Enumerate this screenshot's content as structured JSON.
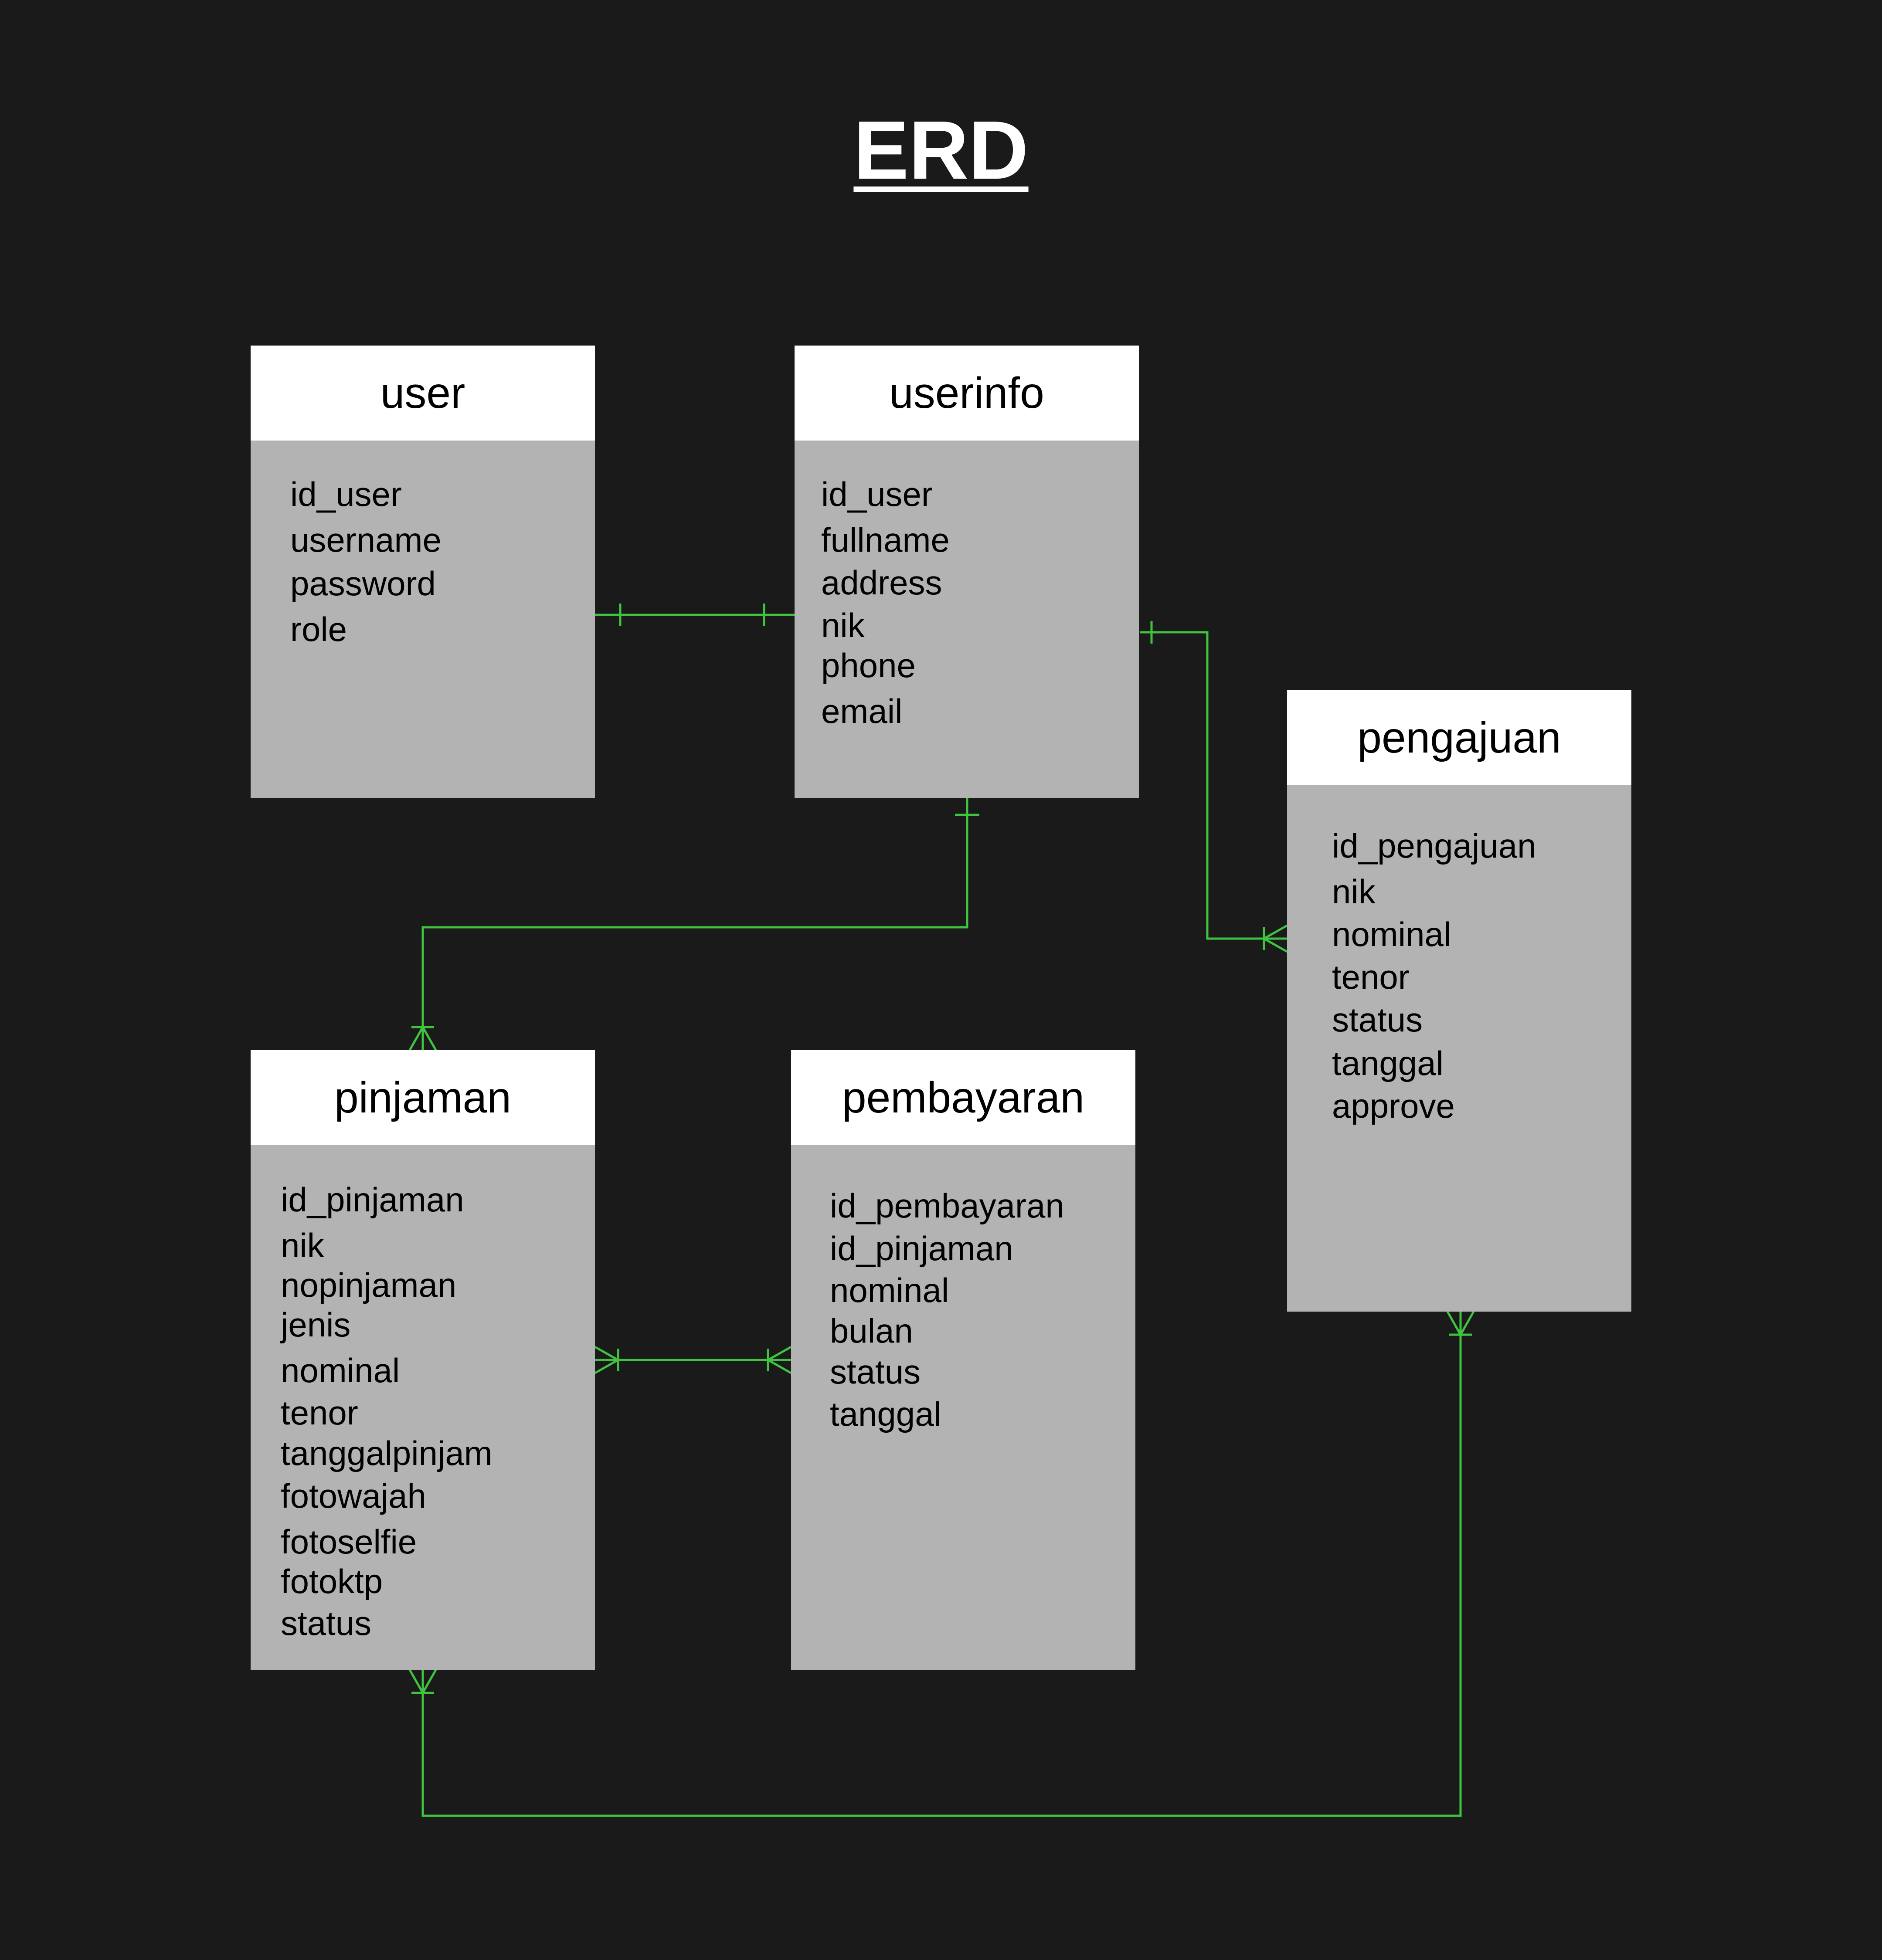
{
  "diagram": {
    "title": "ERD",
    "colors": {
      "background": "#1a1a1a",
      "entity_header": "#ffffff",
      "entity_body": "#b3b3b3",
      "relationship_line": "#3fc43f",
      "text": "#000000"
    },
    "entities": [
      {
        "id": "user",
        "name": "user",
        "attributes": [
          "id_user",
          "username",
          "password",
          "role"
        ]
      },
      {
        "id": "userinfo",
        "name": "userinfo",
        "attributes": [
          "id_user",
          "fullname",
          "address",
          "nik",
          "phone",
          "email"
        ]
      },
      {
        "id": "pengajuan",
        "name": "pengajuan",
        "attributes": [
          "id_pengajuan",
          "nik",
          "nominal",
          "tenor",
          "status",
          "tanggal",
          "approve"
        ]
      },
      {
        "id": "pinjaman",
        "name": "pinjaman",
        "attributes": [
          "id_pinjaman",
          "nik",
          "nopinjaman",
          "jenis",
          "nominal",
          "tenor",
          "tanggalpinjam",
          "fotowajah",
          "fotoselfie",
          "fotoktp",
          "status"
        ]
      },
      {
        "id": "pembayaran",
        "name": "pembayaran",
        "attributes": [
          "id_pembayaran",
          "id_pinjaman",
          "nominal",
          "bulan",
          "status",
          "tanggal"
        ]
      }
    ],
    "relationships": [
      {
        "from": "user",
        "to": "userinfo",
        "from_cardinality": "one",
        "to_cardinality": "one"
      },
      {
        "from": "userinfo",
        "to": "pengajuan",
        "from_cardinality": "one",
        "to_cardinality": "many"
      },
      {
        "from": "userinfo",
        "to": "pinjaman",
        "from_cardinality": "one",
        "to_cardinality": "many"
      },
      {
        "from": "pinjaman",
        "to": "pembayaran",
        "from_cardinality": "many",
        "to_cardinality": "many"
      },
      {
        "from": "pinjaman",
        "to": "pengajuan",
        "from_cardinality": "many",
        "to_cardinality": "many"
      }
    ]
  }
}
